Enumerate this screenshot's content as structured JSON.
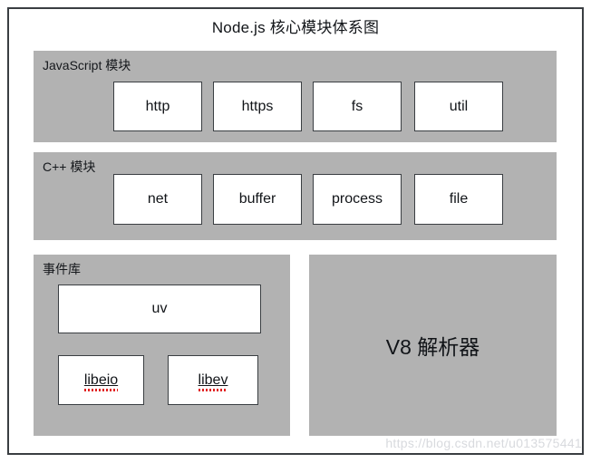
{
  "diagram": {
    "title": "Node.js 核心模块体系图",
    "colors": {
      "panel_gray": "#b2b2b2",
      "box_fill": "#ffffff",
      "border": "#3a3e42",
      "text": "#111418",
      "spellcheck_red": "#e02020",
      "watermark": "#d8dade"
    },
    "panels": [
      {
        "id": "javascript-modules",
        "label": "JavaScript 模块",
        "modules": [
          {
            "name": "http"
          },
          {
            "name": "https"
          },
          {
            "name": "fs"
          },
          {
            "name": "util"
          }
        ]
      },
      {
        "id": "cpp-modules",
        "label": "C++ 模块",
        "modules": [
          {
            "name": "net"
          },
          {
            "name": "buffer"
          },
          {
            "name": "process"
          },
          {
            "name": "file"
          }
        ]
      },
      {
        "id": "event-library",
        "label": "事件库",
        "modules": [
          {
            "name": "uv",
            "misspelled": false
          },
          {
            "name": "libeio",
            "misspelled": true
          },
          {
            "name": "libev",
            "misspelled": true
          }
        ]
      },
      {
        "id": "v8-engine",
        "label": "",
        "heading": "V8 解析器"
      }
    ]
  },
  "watermark": {
    "text": "https://blog.csdn.net/u013575441"
  }
}
